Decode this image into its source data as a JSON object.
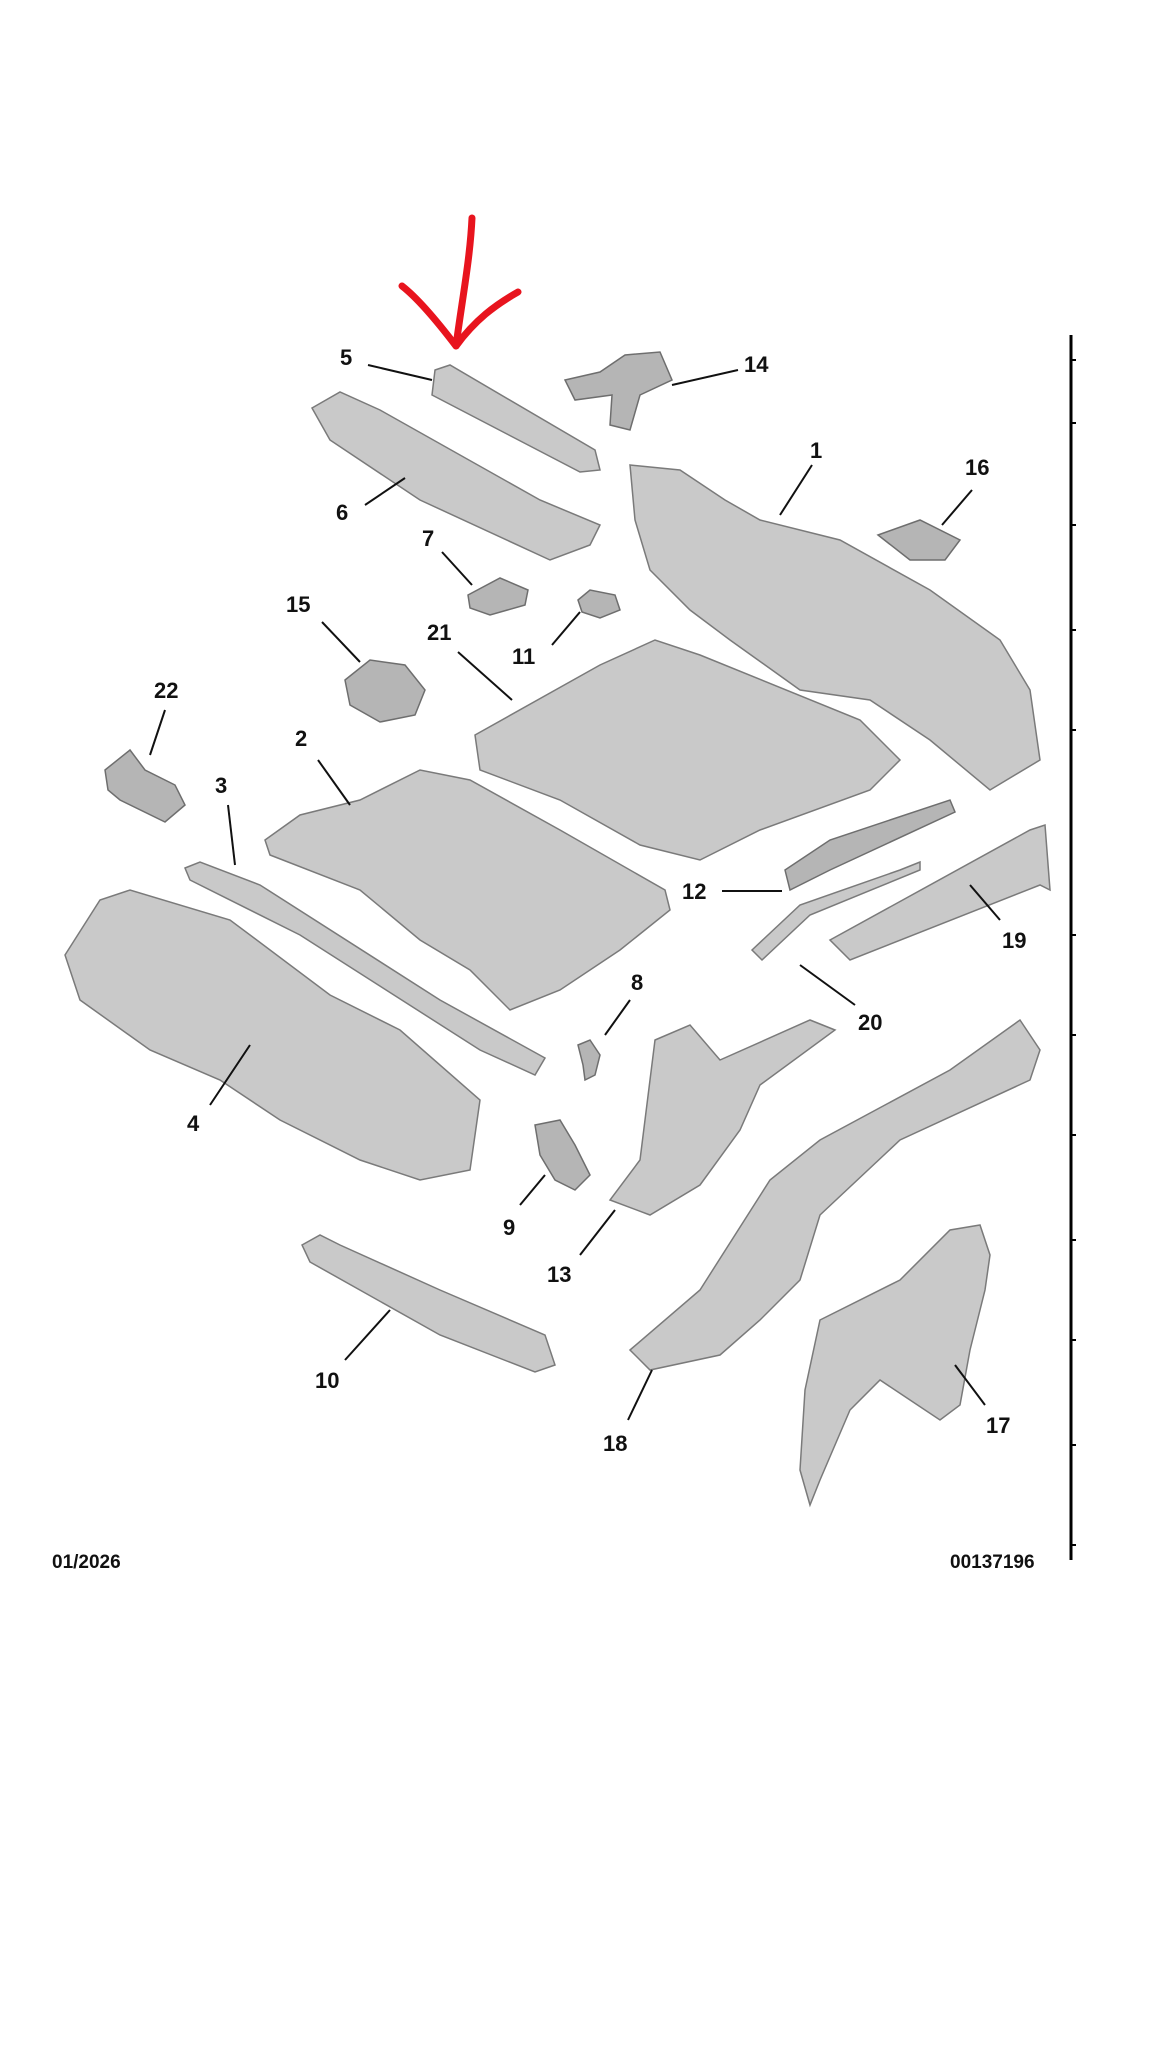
{
  "diagram": {
    "part_labels": [
      "1",
      "2",
      "3",
      "4",
      "5",
      "6",
      "7",
      "8",
      "9",
      "10",
      "11",
      "12",
      "13",
      "14",
      "15",
      "16",
      "17",
      "18",
      "19",
      "20",
      "21",
      "22"
    ],
    "footer_left": "01/2026",
    "footer_right": "00137196",
    "highlighted_part": "5",
    "annotation_color": "#e8141e"
  }
}
